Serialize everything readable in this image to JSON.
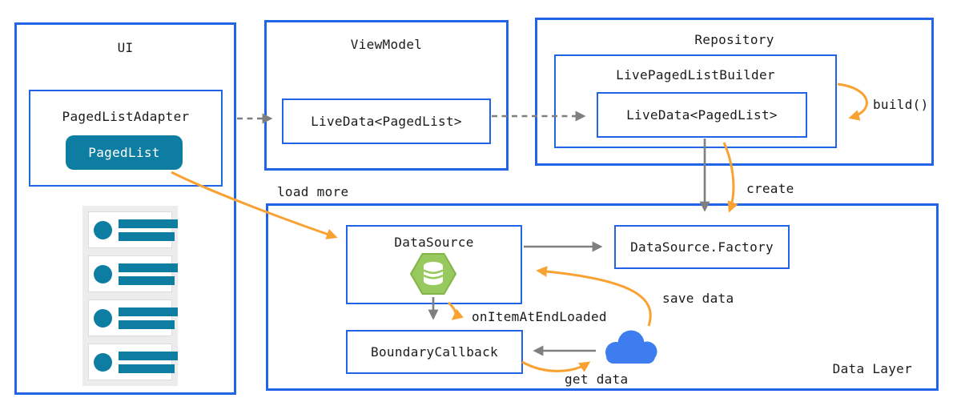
{
  "colors": {
    "box_border_blue": "#2264e8",
    "teal": "#0e7da2",
    "orange": "#f9a232",
    "arrow_gray": "#7f7f7f",
    "hexagon_green": "#97c95f",
    "cloud_blue": "#3d7def"
  },
  "ui_box": {
    "title": "UI",
    "adapter_label": "PagedListAdapter",
    "pagedlist_label": "PagedList",
    "list_item_count": 4
  },
  "viewmodel_box": {
    "title": "ViewModel",
    "livedata_label": "LiveData<PagedList>"
  },
  "repository_box": {
    "title": "Repository",
    "builder_label": "LivePagedListBuilder",
    "livedata_label": "LiveData<PagedList>",
    "build_annotation": "build()"
  },
  "data_layer_box": {
    "title": "Data Layer",
    "datasource_label": "DataSource",
    "factory_label": "DataSource.Factory",
    "boundary_label": "BoundaryCallback"
  },
  "annotations": {
    "load_more": "load more",
    "create": "create",
    "save_data": "save data",
    "get_data": "get data",
    "on_item_at_end_loaded": "onItemAtEndLoaded"
  },
  "icons": {
    "database_icon": "database-in-green-hexagon",
    "cloud_icon": "blue-cloud"
  }
}
